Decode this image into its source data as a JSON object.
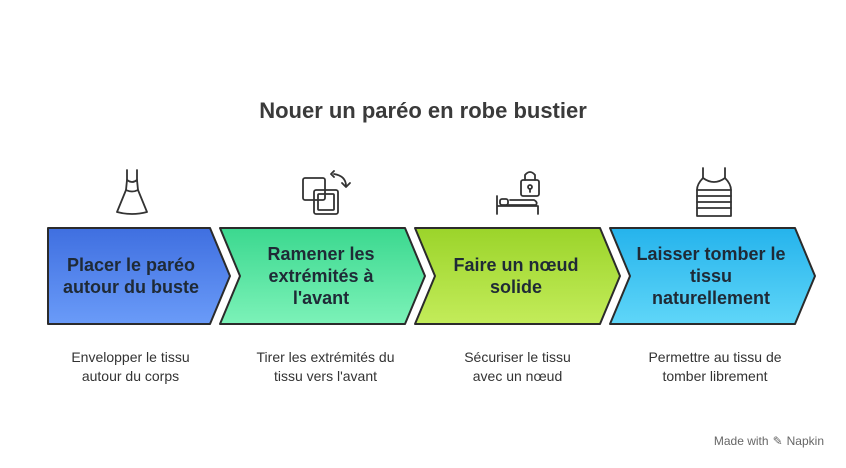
{
  "title": "Nouer un paréo en robe bustier",
  "steps": [
    {
      "label": "Placer le paréo autour du buste",
      "desc": "Envelopper le tissu autour du corps",
      "color": "#4d7ef0",
      "icon": "dress-icon"
    },
    {
      "label": "Ramener les extrémités à l'avant",
      "desc": "Tirer les extrémités du tissu vers l'avant",
      "color": "#4fe3a0",
      "icon": "swap-squares-icon"
    },
    {
      "label": "Faire un nœud solide",
      "desc": "Sécuriser le tissu avec un nœud",
      "color": "#a9dd3a",
      "icon": "bed-lock-icon"
    },
    {
      "label": "Laisser tomber le tissu naturellement",
      "desc": "Permettre au tissu de tomber librement",
      "color": "#37bff0",
      "icon": "tank-top-icon"
    }
  ],
  "footer": {
    "made_with": "Made with",
    "brand": "Napkin"
  }
}
